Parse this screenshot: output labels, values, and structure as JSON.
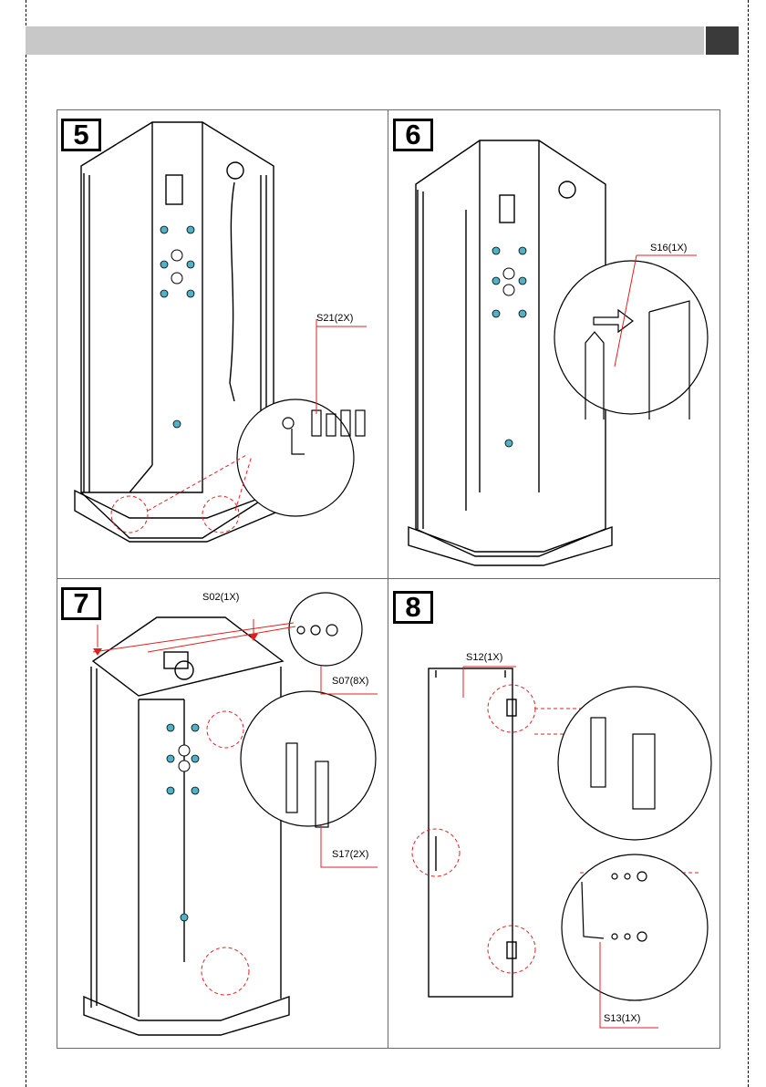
{
  "steps": [
    {
      "number": "5",
      "parts": [
        "S21(2X)"
      ]
    },
    {
      "number": "6",
      "parts": [
        "S16(1X)"
      ]
    },
    {
      "number": "7",
      "parts": [
        "S02(1X)",
        "S07(8X)",
        "S17(2X)"
      ]
    },
    {
      "number": "8",
      "parts": [
        "S12(1X)",
        "S13(1X)"
      ]
    }
  ],
  "colors": {
    "header": "#c8c8c8",
    "tab": "#3a3a3a",
    "jets": "#4fb3c7",
    "callout": "#e02020"
  }
}
